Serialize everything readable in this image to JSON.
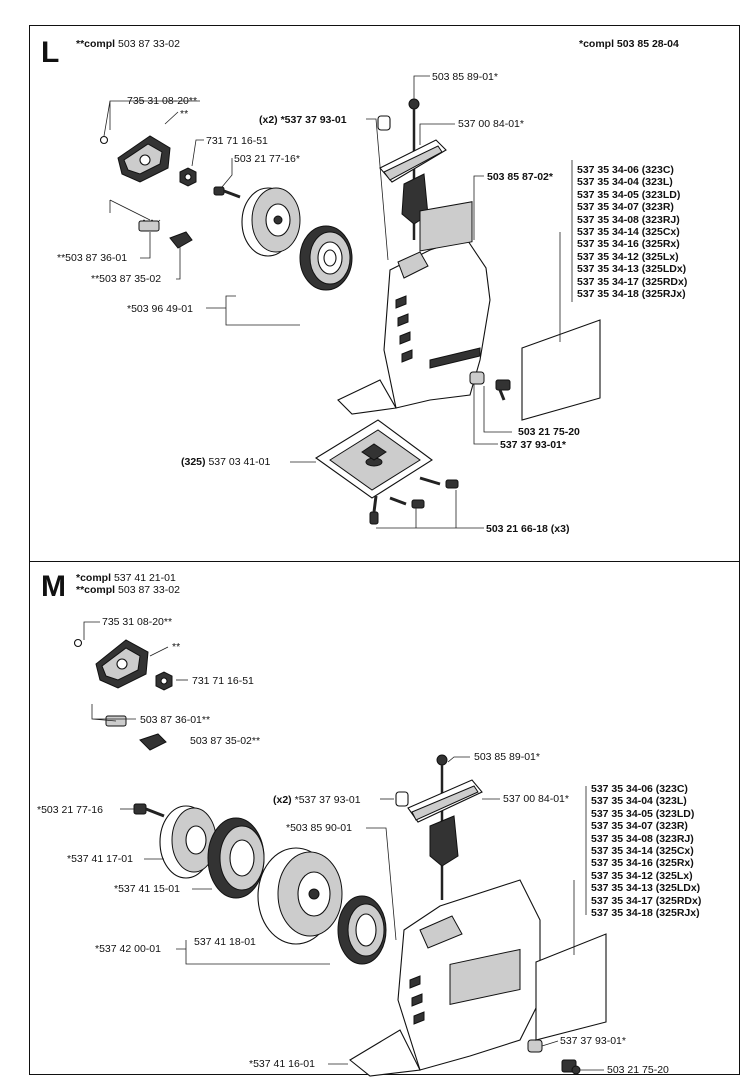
{
  "section_L": {
    "letter": "L",
    "compl_left_prefix": "**compl",
    "compl_left_num": "503 87 33-02",
    "compl_right": "*compl 503 85 28-04",
    "labels": {
      "p735": "735 31 08-20**",
      "star2": "**",
      "p731": "731 71 16-51",
      "p503_21_77": "503 21 77-16*",
      "x2_prefix": "(x2) *537 37 93-01",
      "p503_85_89": "503 85 89-01*",
      "p537_00_84": "537 00 84-01*",
      "p503_85_87": "503 85 87-02*",
      "p503_87_36": "**503 87 36-01",
      "p503_87_35": "**503 87 35-02",
      "p503_96_49": "*503 96 49-01",
      "p503_21_75": "503 21 75-20",
      "p537_37_93": "537 37 93-01*",
      "p325_prefix": "(325)",
      "p537_03_41": "537 03 41-01",
      "p503_21_66": "503 21 66-18 (x3)"
    },
    "kits": [
      "537 35 34-06 (323C)",
      "537 35 34-04 (323L)",
      "537 35 34-05 (323LD)",
      "537 35 34-07 (323R)",
      "537 35 34-08 (323RJ)",
      "537 35 34-14 (325Cx)",
      "537 35 34-16 (325Rx)",
      "537 35 34-12 (325Lx)",
      "537 35 34-13 (325LDx)",
      "537 35 34-17 (325RDx)",
      "537 35 34-18 (325RJx)"
    ]
  },
  "section_M": {
    "letter": "M",
    "compl1_prefix": "*compl",
    "compl1_num": "537 41 21-01",
    "compl2_prefix": "**compl",
    "compl2_num": "503 87 33-02",
    "labels": {
      "p735": "735 31 08-20**",
      "star2": "**",
      "p731": "731 71 16-51",
      "p503_87_36": "503 87 36-01**",
      "p503_87_35": "503 87 35-02**",
      "p503_85_89": "503 85 89-01*",
      "x2_prefix": "(x2)",
      "x2_num": "*537 37 93-01",
      "p537_00_84": "537 00 84-01*",
      "p503_21_77": "*503 21 77-16",
      "p503_85_90": "*503 85 90-01",
      "p537_41_17": "*537 41 17-01",
      "p537_41_15": "*537 41 15-01",
      "p537_42_00": "*537 42 00-01",
      "p537_41_18": "537 41 18-01",
      "p537_37_93": "537 37 93-01*",
      "p537_41_16": "*537 41 16-01",
      "p503_21_75": "503 21 75-20"
    },
    "kits": [
      "537 35 34-06 (323C)",
      "537 35 34-04 (323L)",
      "537 35 34-05 (323LD)",
      "537 35 34-07 (323R)",
      "537 35 34-08 (323RJ)",
      "537 35 34-14 (325Cx)",
      "537 35 34-16 (325Rx)",
      "537 35 34-12 (325Lx)",
      "537 35 34-13 (325LDx)",
      "537 35 34-17 (325RDx)",
      "537 35 34-18 (325RJx)"
    ]
  }
}
